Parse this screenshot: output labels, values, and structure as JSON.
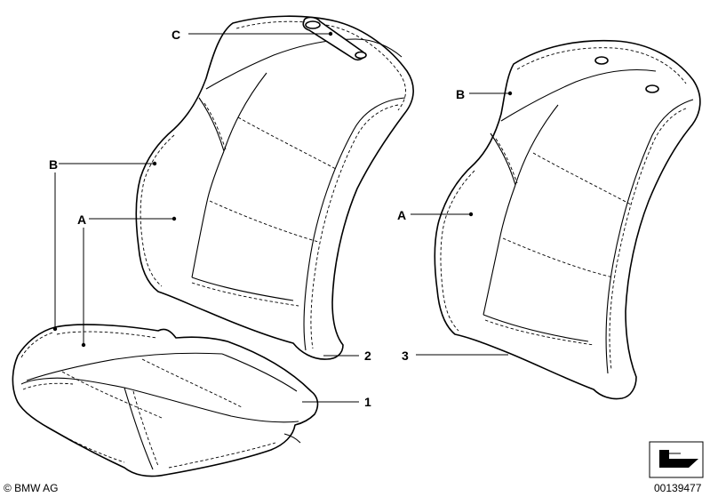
{
  "callouts": {
    "c_top": "C",
    "b_left": "B",
    "a_left": "A",
    "a_cushion": "A",
    "b_right": "B",
    "a_right": "A",
    "n1": "1",
    "n2": "2",
    "n3": "3"
  },
  "footer": {
    "brand": "© BMW AG",
    "diagram_number": "00139477"
  },
  "icons": {
    "brand_mark": "copyright-symbol",
    "orientation": "direction-arrow-icon"
  }
}
